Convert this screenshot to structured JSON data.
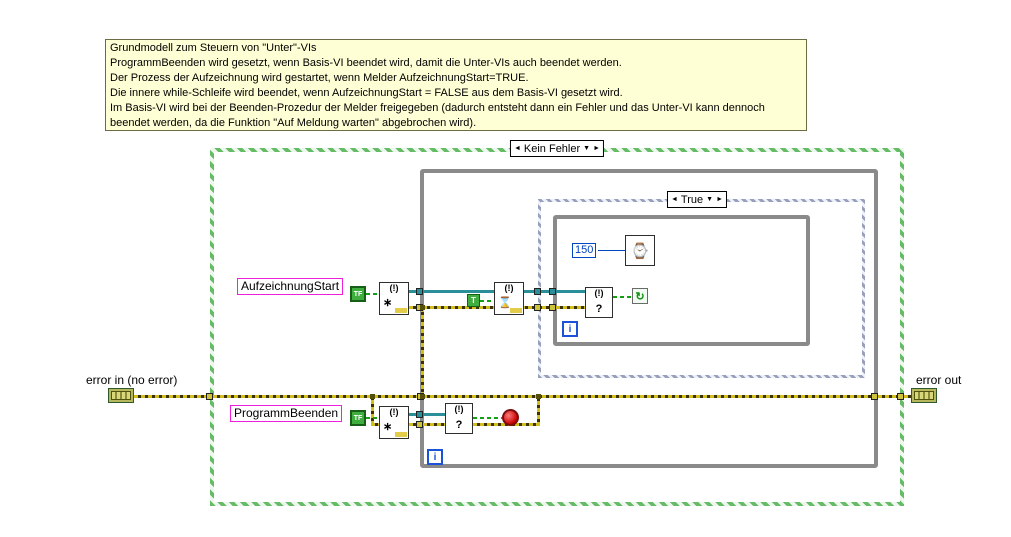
{
  "comment": {
    "lines": [
      "Grundmodell zum Steuern von \"Unter\"-VIs",
      "ProgrammBeenden wird gesetzt, wenn Basis-VI beendet wird, damit die Unter-VIs auch beendet werden.",
      "Der Prozess der Aufzeichnung wird gestartet, wenn Melder AufzeichnungStart=TRUE.",
      "Die innere while-Schleife wird beendet, wenn AufzeichnungStart = FALSE aus dem Basis-VI gesetzt wird.",
      "Im Basis-VI wird bei der Beenden-Prozedur der Melder freigegeben (dadurch entsteht dann ein Fehler und das Unter-VI kann dennoch",
      "beendet werden, da die Funktion \"Auf Meldung warten\" abgebrochen wird)."
    ]
  },
  "outer_case": {
    "label": "Kein Fehler",
    "dec": "◄",
    "drop": "▼",
    "inc": "►"
  },
  "inner_case": {
    "label": "True",
    "dec": "◄",
    "drop": "▼",
    "inc": "►"
  },
  "labels": {
    "aufzeichnung_start": "AufzeichnungStart",
    "programm_beenden": "ProgrammBeenden",
    "error_in": "error in (no error)",
    "error_out": "error out"
  },
  "terminals": {
    "boolean": "TF",
    "true_const": "T",
    "iteration": "i",
    "continue_if_true": "↻"
  },
  "constants": {
    "wait_ms": "150"
  },
  "icons": {
    "notifier_badge": "(!)",
    "obtain_symbol": "∗",
    "wait_symbol": "⌛",
    "status_symbol": "?",
    "wait_ms_clock": "⌚"
  },
  "colors": {
    "case_border": "#66bb66",
    "inner_case_border": "#96a0bd",
    "loop_border": "#8a8a8a",
    "error_wire": "#d2bf1e",
    "bool_wire": "#12a112",
    "notifier_wire": "#2a8f99",
    "numeric_blue": "#0048c0",
    "label_border": "#ef1fe0",
    "comment_bg": "#ffffd6",
    "stop_red": "#c80000",
    "bool_green": "#3fae3f"
  }
}
